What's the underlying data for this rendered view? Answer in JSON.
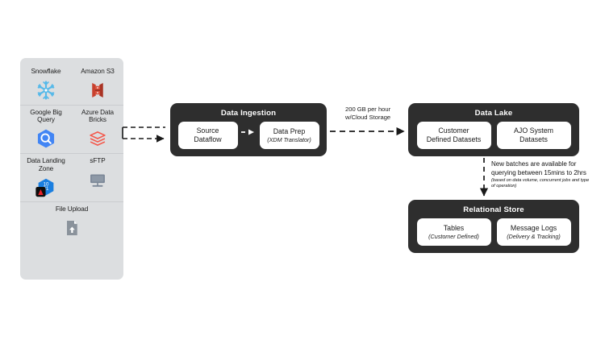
{
  "sources": {
    "panel_name": "data-sources",
    "items": [
      {
        "label": "Snowflake",
        "icon": "snowflake-icon",
        "color": "#56b9e9"
      },
      {
        "label": "Amazon S3",
        "icon": "amazon-s3-icon",
        "color": "#c8412f"
      },
      {
        "label": "Google Big Query",
        "icon": "google-bigquery-icon",
        "color": "#4285f4"
      },
      {
        "label": "Azure Data Bricks",
        "icon": "azure-databricks-icon",
        "color": "#f4574a"
      },
      {
        "label": "Data Landing Zone",
        "icon": "data-landing-zone-icon",
        "color": "#1b7fe0"
      },
      {
        "label": "sFTP",
        "icon": "sftp-icon",
        "color": "#7b8797"
      },
      {
        "label": "File Upload",
        "icon": "file-upload-icon",
        "color": "#8a929b"
      }
    ]
  },
  "ingestion": {
    "title": "Data Ingestion",
    "nodes": [
      {
        "main": "Source",
        "main2": "Dataflow",
        "sub": ""
      },
      {
        "main": "Data Prep",
        "main2": "",
        "sub": "(XDM Translator)"
      }
    ]
  },
  "data_lake": {
    "title": "Data Lake",
    "nodes": [
      {
        "main": "Customer",
        "main2": "Defined Datasets",
        "sub": ""
      },
      {
        "main": "AJO System",
        "main2": "Datasets",
        "sub": ""
      }
    ]
  },
  "relational_store": {
    "title": "Relational Store",
    "nodes": [
      {
        "main": "Tables",
        "main2": "",
        "sub": "(Customer Defined)"
      },
      {
        "main": "Message Logs",
        "main2": "",
        "sub": "(Delivery & Tracking)"
      }
    ]
  },
  "edges": {
    "throughput_line1": "200 GB per hour",
    "throughput_line2": "w/Cloud Storage",
    "batch_note_line1": "New batches are available for",
    "batch_note_line2": "querying between 15mins to 2hrs",
    "batch_note_sub": "(based on data volume, concurrent jobs and type of operation)"
  },
  "colors": {
    "box_dark": "#2e2e2e",
    "panel_gray": "#dcdee0",
    "background": "#ffffff",
    "arrow": "#1a1a1a"
  }
}
